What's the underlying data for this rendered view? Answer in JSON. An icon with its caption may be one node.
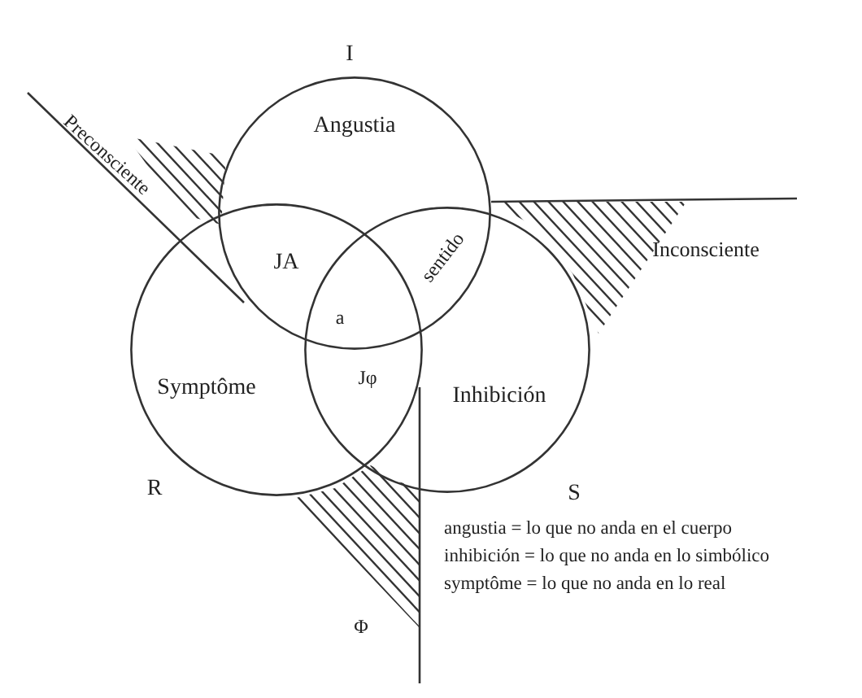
{
  "diagram": {
    "nodes": [
      {
        "text": [
          "Angustia"
        ],
        "beside": [
          "I"
        ]
      },
      {
        "text": [
          "Symptôme"
        ],
        "beside": [
          "R"
        ]
      },
      {
        "text": [
          "Inhibición"
        ],
        "beside": [
          "S"
        ]
      }
    ],
    "labels": [
      "Preconsciente",
      "JA",
      "sentido",
      "Inconsciente",
      "a",
      "Jφ",
      "Φ",
      "angustia = lo que no anda en el cuerpo",
      "inhibición = lo que no anda en lo simbólico",
      "symptôme = lo que no anda en lo real"
    ]
  }
}
